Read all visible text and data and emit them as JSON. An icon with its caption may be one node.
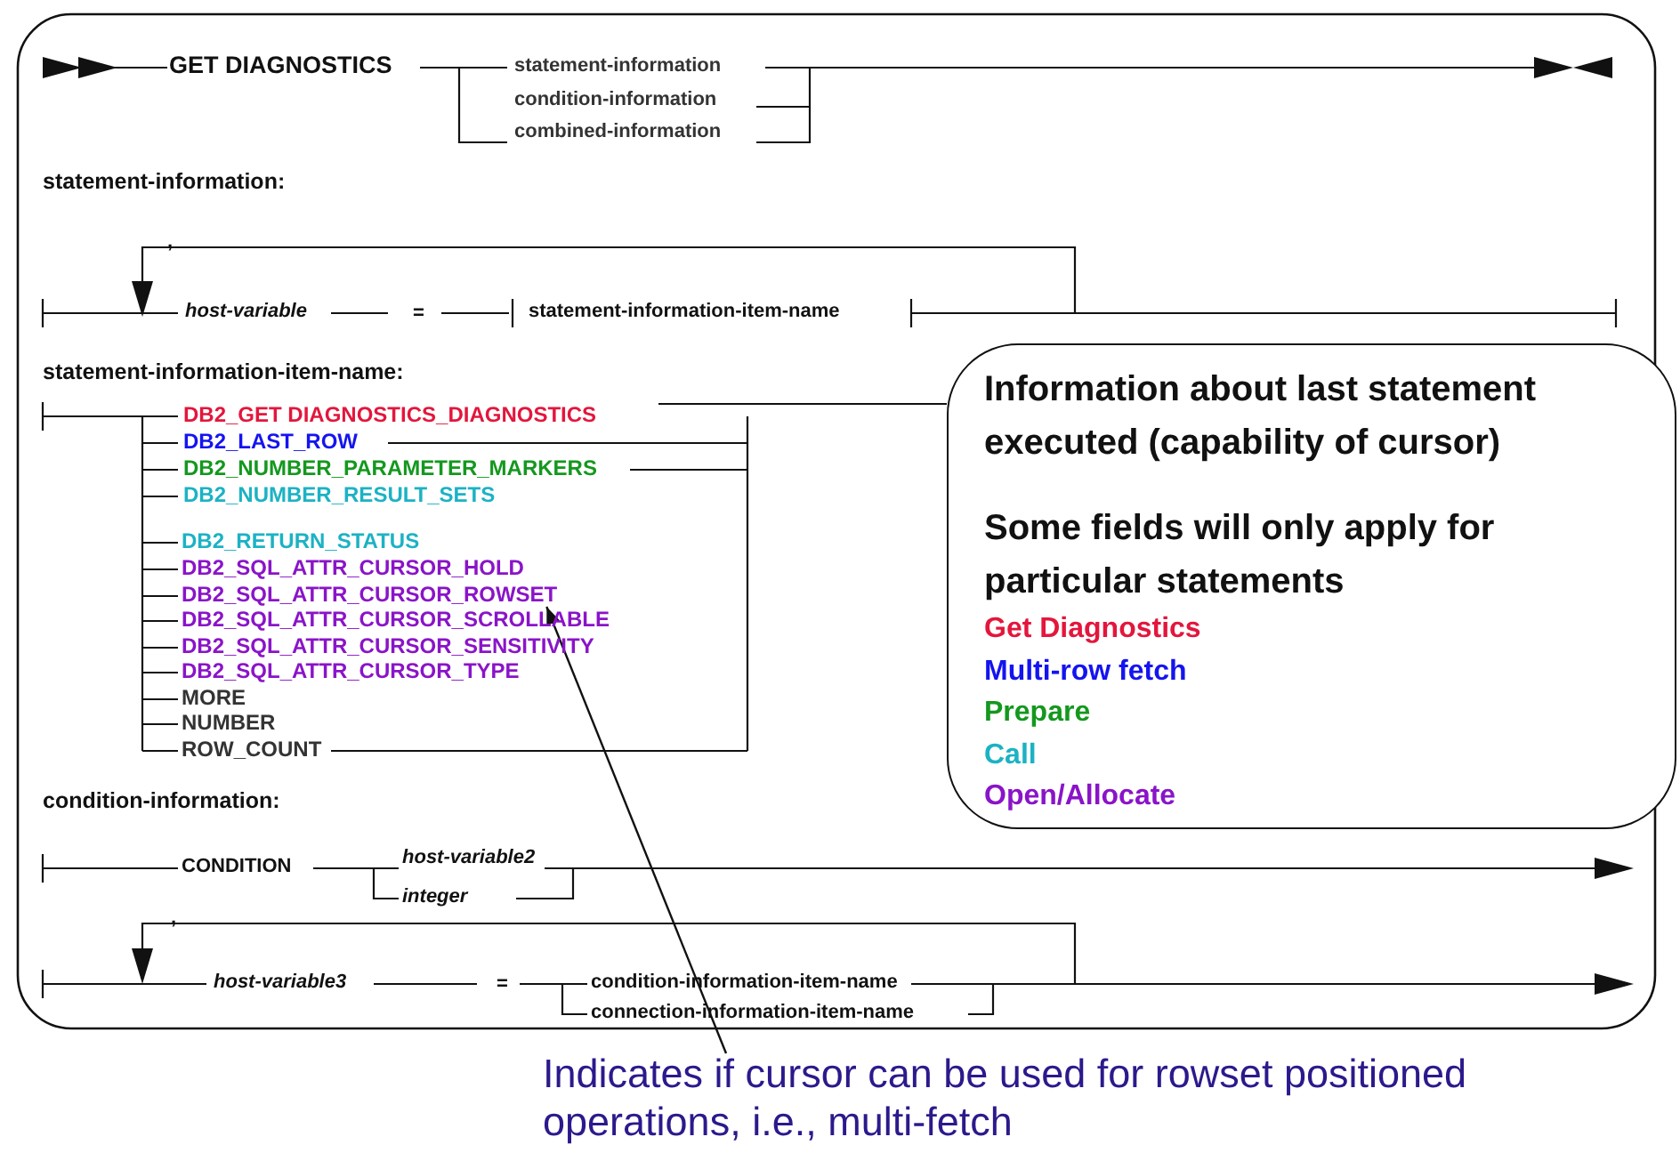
{
  "diagram": {
    "nodes": [
      {
        "text": [
          "Information about last statement executed (capability of cursor)",
          "Some fields will only apply for particular statements"
        ]
      },
      {
        "text": [
          "Indicates if cursor can be used for rowset positioned operations, i.e., multi-fetch"
        ]
      },
      {
        "text": [
          "DB2_SQL_ATTR_CURSOR_ROWSET"
        ]
      }
    ],
    "edges": [
      {
        "from": 1,
        "to": 2,
        "arrow": "to"
      }
    ],
    "labels": [
      "GET DIAGNOSTICS",
      "statement-information",
      "condition-information",
      "combined-information",
      "statement-information:",
      ",",
      "host-variable",
      "=",
      "statement-information-item-name",
      "statement-information-item-name:",
      "DB2_GET DIAGNOSTICS_DIAGNOSTICS",
      "DB2_LAST_ROW",
      "DB2_NUMBER_PARAMETER_MARKERS",
      "DB2_NUMBER_RESULT_SETS",
      "DB2_RETURN_STATUS",
      "DB2_SQL_ATTR_CURSOR_HOLD",
      "DB2_SQL_ATTR_CURSOR_SCROLLABLE",
      "DB2_SQL_ATTR_CURSOR_SENSITIVITY",
      "DB2_SQL_ATTR_CURSOR_TYPE",
      "MORE",
      "NUMBER",
      "ROW_COUNT",
      "condition-information:",
      "CONDITION",
      "host-variable2",
      "integer",
      ",",
      "host-variable3",
      "=",
      "condition-information-item-name",
      "connection-information-item-name"
    ],
    "legend": [
      {
        "text": "Get Diagnostics",
        "color": "#e3163c"
      },
      {
        "text": "Multi-row fetch",
        "color": "#1414f0"
      },
      {
        "text": "Prepare",
        "color": "#14981e"
      },
      {
        "text": "Call",
        "color": "#1cb2c4"
      },
      {
        "text": "Open/Allocate",
        "color": "#8a14c8"
      }
    ]
  }
}
